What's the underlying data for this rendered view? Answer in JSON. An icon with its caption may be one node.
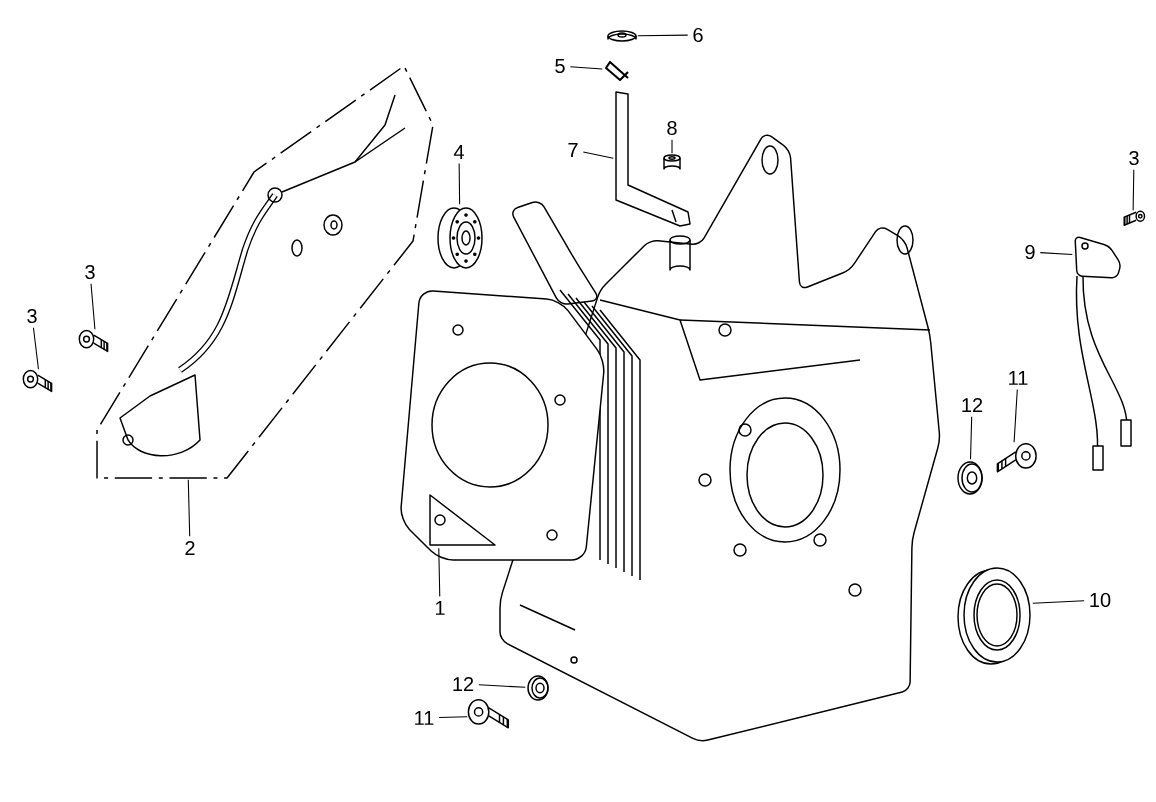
{
  "diagram": {
    "nodes": [
      {
        "text": [
          "6"
        ]
      },
      {
        "text": [],
        "shape": "picture"
      },
      {
        "text": [
          "5"
        ]
      },
      {
        "text": [],
        "shape": "picture"
      },
      {
        "text": [
          "7"
        ]
      },
      {
        "text": [],
        "shape": "picture"
      },
      {
        "text": [
          "8"
        ]
      },
      {
        "text": [],
        "shape": "picture"
      },
      {
        "text": [
          "4"
        ]
      },
      {
        "text": [],
        "shape": "picture"
      },
      {
        "text": [
          "3"
        ]
      },
      {
        "text": [],
        "shape": "picture"
      },
      {
        "text": [
          "9"
        ]
      },
      {
        "text": [],
        "shape": "picture"
      },
      {
        "text": [
          "3"
        ]
      },
      {
        "text": [],
        "shape": "picture"
      },
      {
        "text": [
          "3"
        ]
      },
      {
        "text": [],
        "shape": "picture"
      },
      {
        "text": [
          "11"
        ]
      },
      {
        "text": [],
        "shape": "picture"
      },
      {
        "text": [
          "12"
        ]
      },
      {
        "text": [],
        "shape": "picture"
      },
      {
        "text": [
          "2"
        ]
      },
      {
        "text": [],
        "shape": "picture"
      },
      {
        "text": [
          "1"
        ]
      },
      {
        "text": [],
        "shape": "picture"
      },
      {
        "text": [
          "10"
        ]
      },
      {
        "text": [],
        "shape": "picture"
      },
      {
        "text": [
          "12"
        ]
      },
      {
        "text": [],
        "shape": "picture"
      },
      {
        "text": [
          "11"
        ]
      },
      {
        "text": [],
        "shape": "picture"
      }
    ],
    "edges": [
      {
        "from": 0,
        "to": 1,
        "arrow": "none"
      },
      {
        "from": 2,
        "to": 3,
        "arrow": "none"
      },
      {
        "from": 4,
        "to": 5,
        "arrow": "none"
      },
      {
        "from": 6,
        "to": 7,
        "arrow": "none"
      },
      {
        "from": 8,
        "to": 9,
        "arrow": "none"
      },
      {
        "from": 10,
        "to": 11,
        "arrow": "none"
      },
      {
        "from": 12,
        "to": 13,
        "arrow": "none"
      },
      {
        "from": 14,
        "to": 15,
        "arrow": "none"
      },
      {
        "from": 16,
        "to": 17,
        "arrow": "none"
      },
      {
        "from": 18,
        "to": 19,
        "arrow": "none"
      },
      {
        "from": 20,
        "to": 21,
        "arrow": "none"
      },
      {
        "from": 22,
        "to": 23,
        "arrow": "none"
      },
      {
        "from": 24,
        "to": 25,
        "arrow": "none"
      },
      {
        "from": 26,
        "to": 27,
        "arrow": "none"
      },
      {
        "from": 28,
        "to": 29,
        "arrow": "none"
      },
      {
        "from": 30,
        "to": 31,
        "arrow": "none"
      }
    ]
  }
}
